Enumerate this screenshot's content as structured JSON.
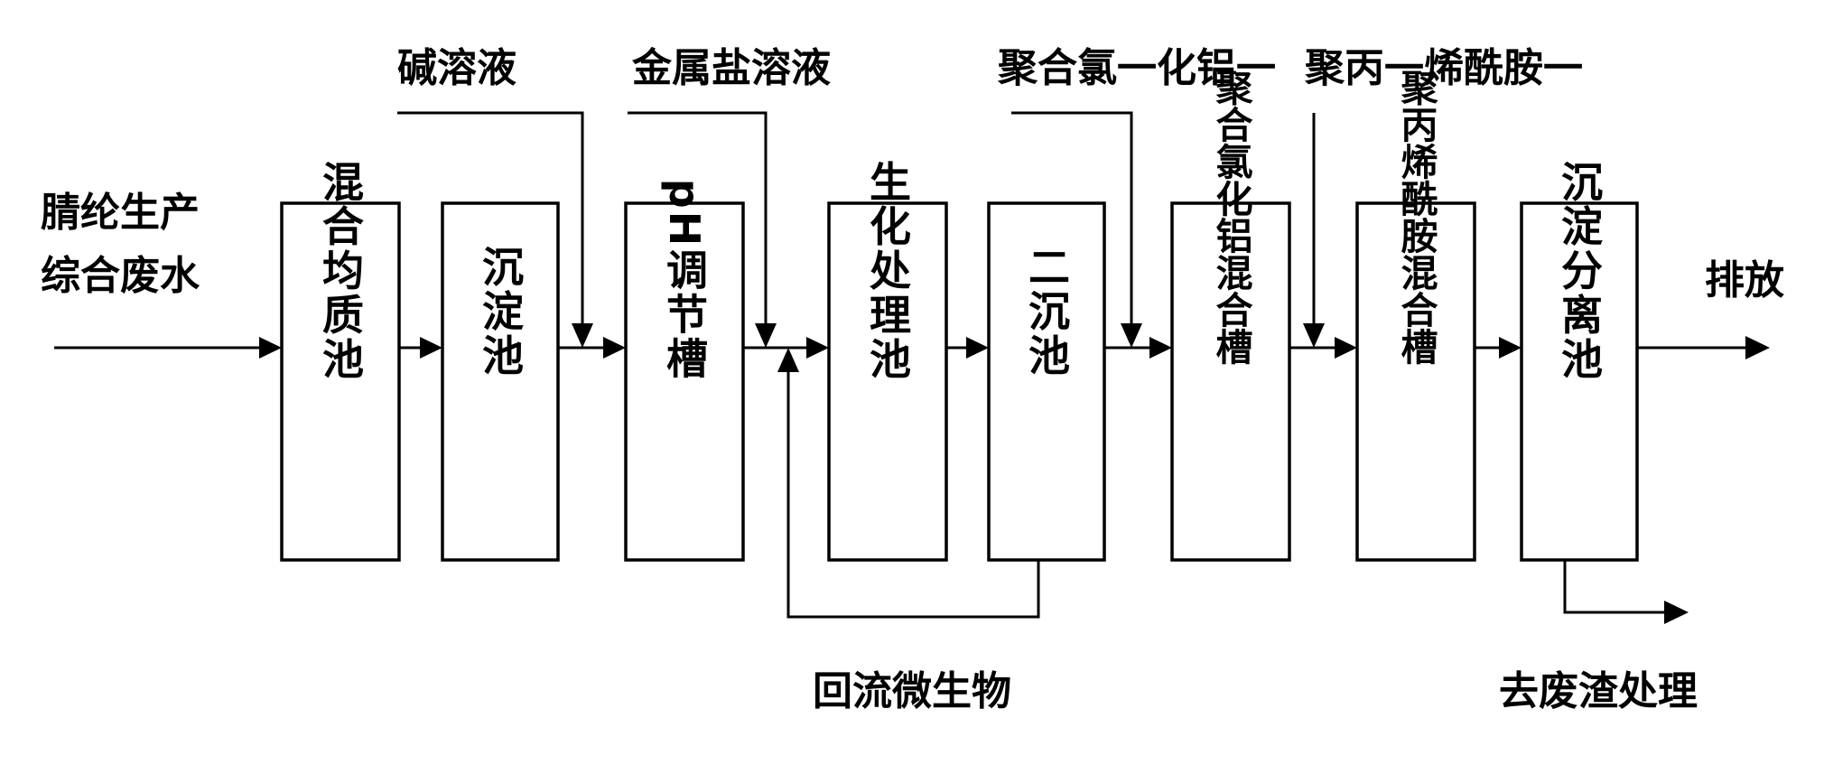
{
  "input": {
    "line1": "腈纶生产",
    "line2": "综合废水"
  },
  "output": {
    "discharge": "排放",
    "sludge": "去废渣处理"
  },
  "return_flow": "回流微生物",
  "reagents": [
    {
      "key": "alkali",
      "label": "碱溶液"
    },
    {
      "key": "metal_salt",
      "label": "金属盐溶液"
    },
    {
      "key": "pac",
      "label": "聚合氯一化铝一"
    },
    {
      "key": "pam",
      "label": "聚丙一烯酰胺一"
    }
  ],
  "units": [
    {
      "key": "mixing-homogenization-tank",
      "label": "混合均质池"
    },
    {
      "key": "sedimentation-tank",
      "label": "沉淀池"
    },
    {
      "key": "ph-adjustment-tank",
      "label": "pH调节槽"
    },
    {
      "key": "biochemical-treatment-tank",
      "label": "生化处理池"
    },
    {
      "key": "secondary-sedimentation-tank",
      "label": "二沉池"
    },
    {
      "key": "pac-mixing-tank",
      "label": "聚合氯化铝混合槽"
    },
    {
      "key": "pam-mixing-tank",
      "label": "聚丙烯酰胺混合槽"
    },
    {
      "key": "sedimentation-separation-tank",
      "label": "沉淀分离池"
    }
  ]
}
